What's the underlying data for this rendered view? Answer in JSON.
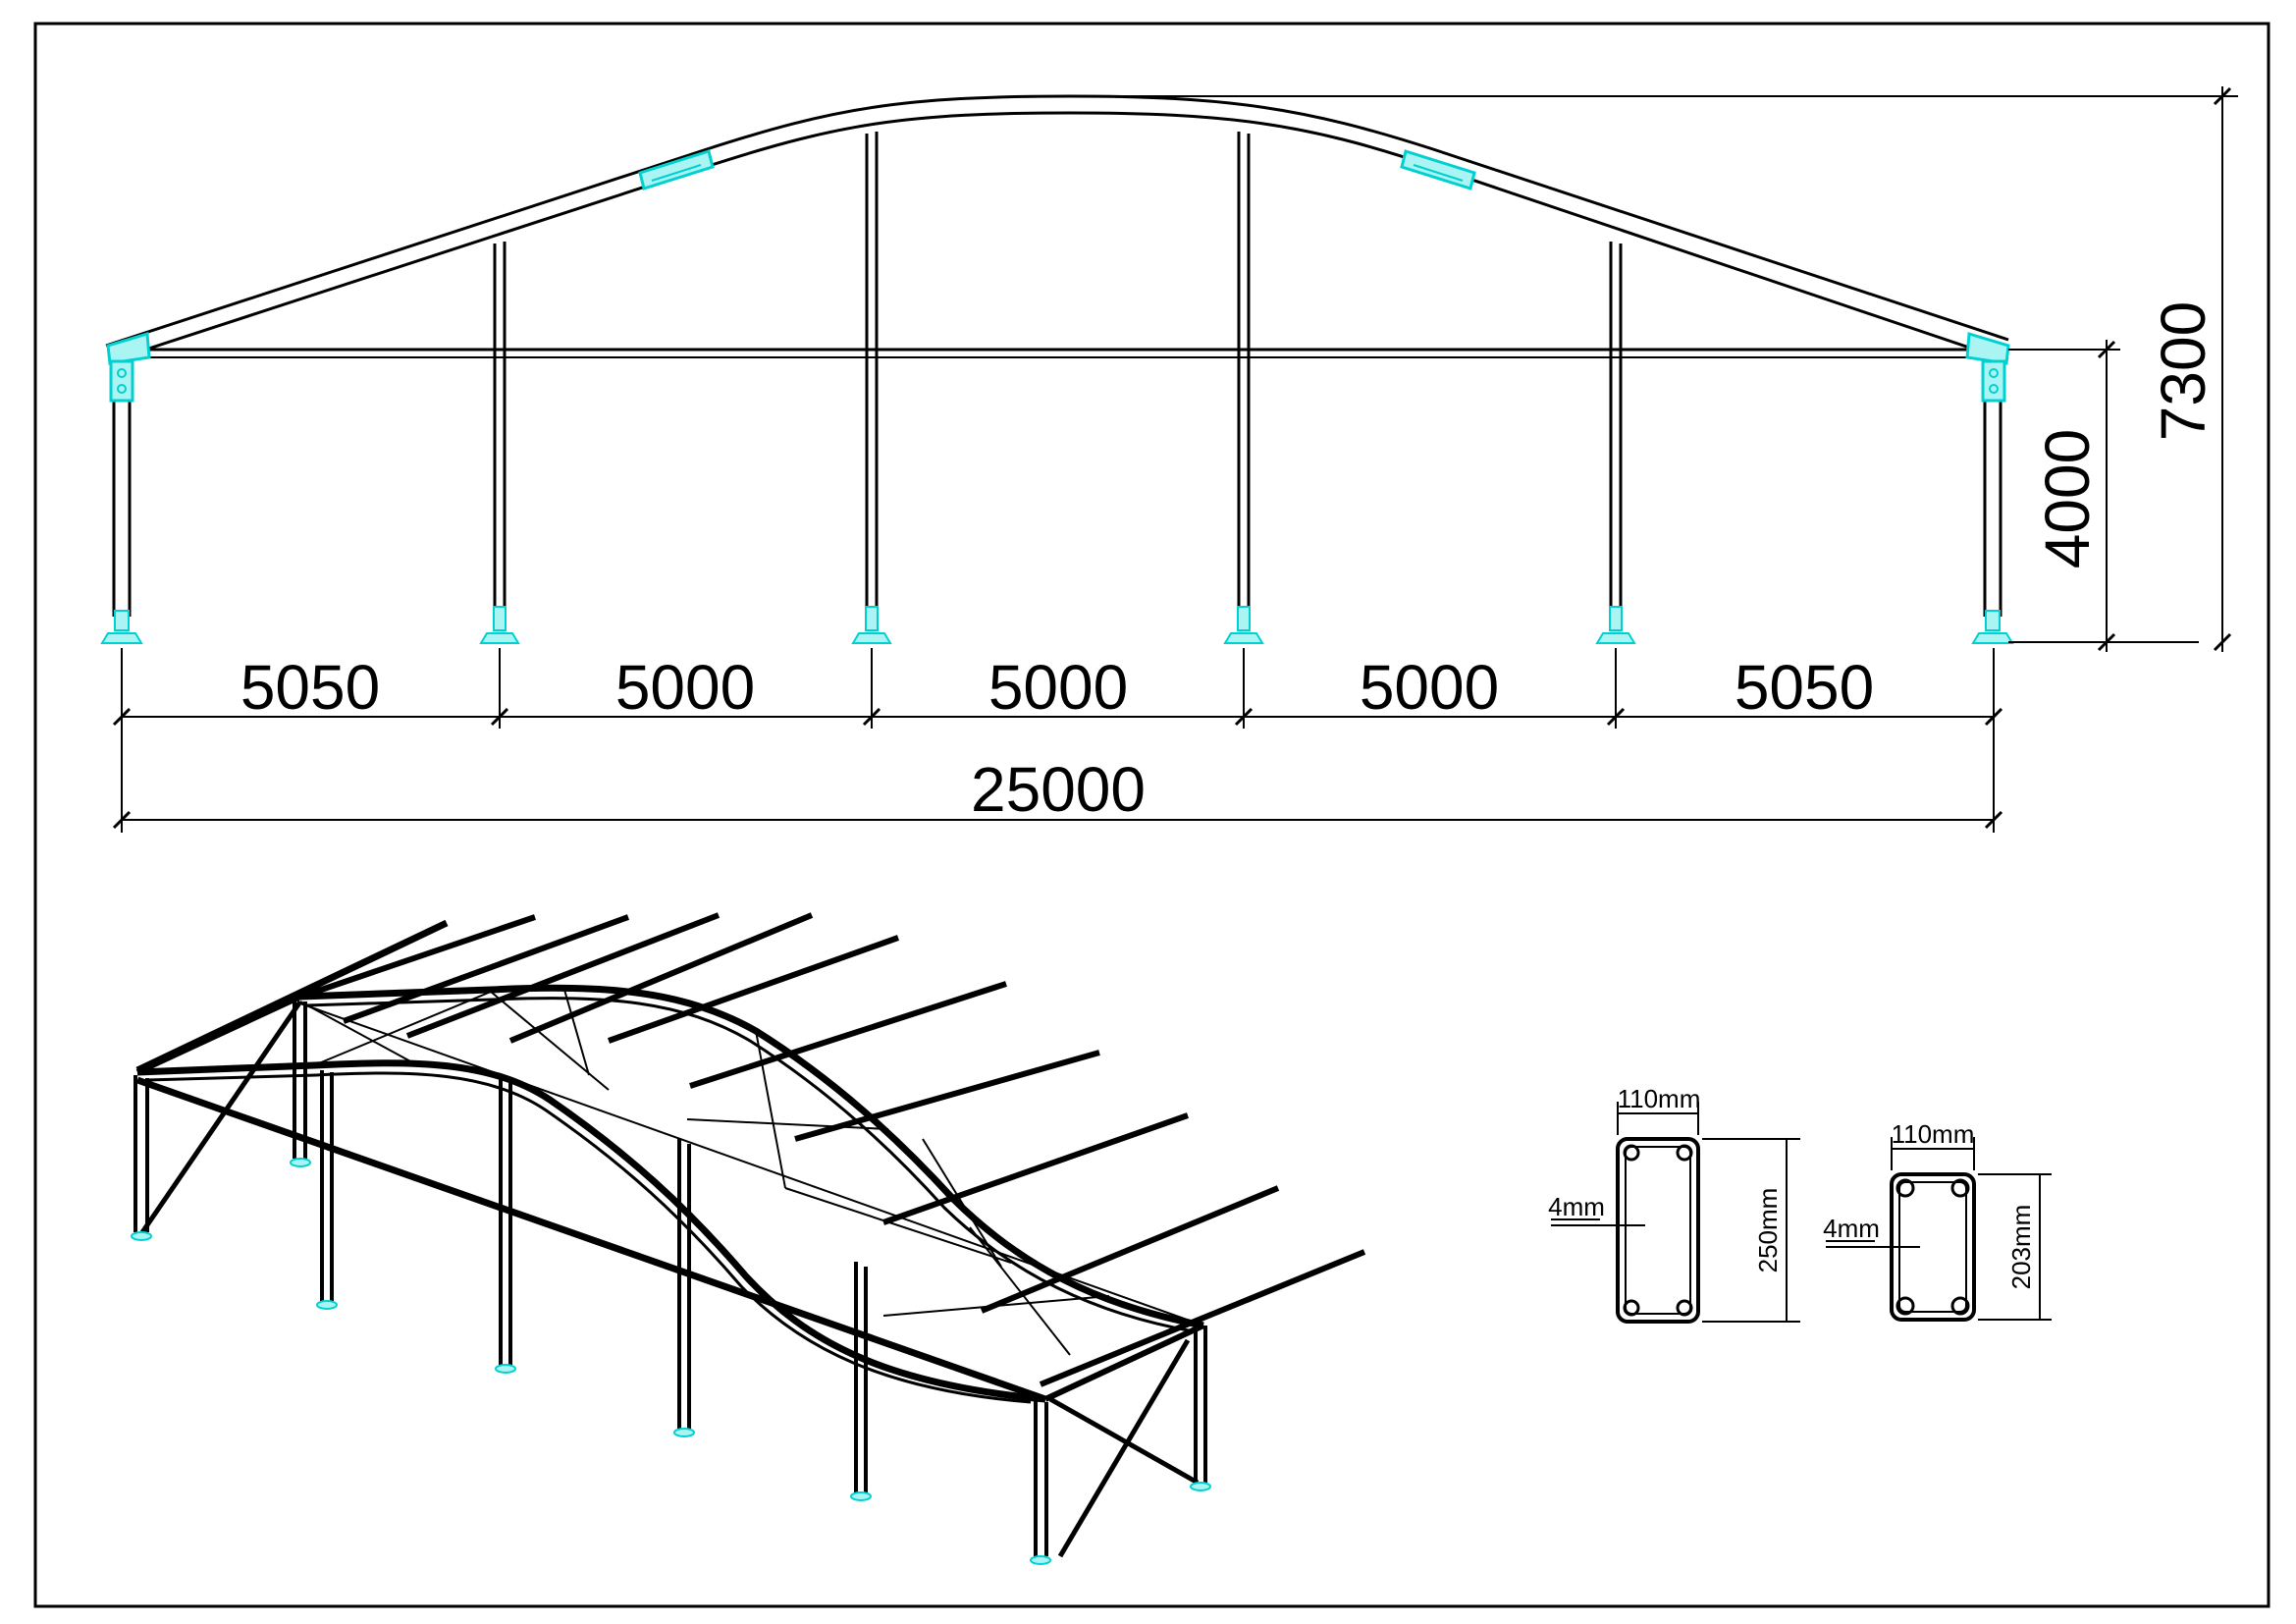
{
  "elevation": {
    "bay_dimensions": [
      "5050",
      "5000",
      "5000",
      "5000",
      "5050"
    ],
    "total_width": "25000",
    "eave_height": "4000",
    "ridge_height": "7300"
  },
  "profiles": [
    {
      "width_label": "110mm",
      "height_label": "250mm",
      "wall_label": "4mm"
    },
    {
      "width_label": "110mm",
      "height_label": "203mm",
      "wall_label": "4mm"
    }
  ],
  "colors": {
    "line": "#000000",
    "fitting": "#00d0d0",
    "fitting_fill": "#aaf4f4",
    "background": "#ffffff"
  }
}
